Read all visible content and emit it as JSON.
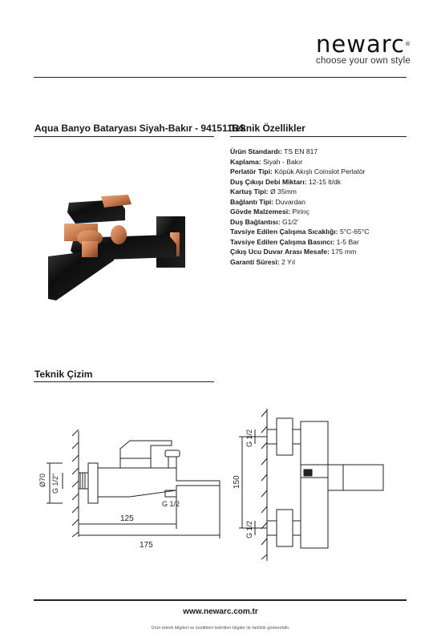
{
  "brand": {
    "name": "NEWARC",
    "trademark": "®",
    "tagline": "choose your own style"
  },
  "product": {
    "title": "Aqua Banyo Bataryası Siyah-Bakır - 941511BS"
  },
  "specs": {
    "heading": "Teknik Özellikler",
    "items": [
      {
        "label": "Ürün Standardı:",
        "value": "TS EN 817"
      },
      {
        "label": "Kaplama:",
        "value": "Siyah - Bakır"
      },
      {
        "label": "Perlatör Tipi:",
        "value": "Köpük Akışlı Coinslot Perlatör"
      },
      {
        "label": "Duş Çıkışı Debi Miktarı:",
        "value": "12-15 lt/dk"
      },
      {
        "label": "Kartuş Tipi:",
        "value": "Ø 35mm"
      },
      {
        "label": "Bağlantı Tipi:",
        "value": "Duvardan"
      },
      {
        "label": "Gövde Malzemesi:",
        "value": "Pirinç"
      },
      {
        "label": "Duş Bağlantısı:",
        "value": "G1/2'"
      },
      {
        "label": "Tavsiye Edilen Çalışma Sıcaklığı:",
        "value": "5°C-65°C"
      },
      {
        "label": "Tavsiye Edilen Çalışma Basıncı:",
        "value": "1-5 Bar"
      },
      {
        "label": "Çıkış Ucu Duvar Arası Mesafe:",
        "value": "175 mm"
      },
      {
        "label": "Garanti Süresi:",
        "value": "2 Yıl"
      }
    ]
  },
  "drawing": {
    "heading": "Teknik Çizim",
    "dims": {
      "dia70": "Ø70",
      "g12": "G 1/2\"",
      "g12_bottom": "G 1/2",
      "d125": "125",
      "d175": "175",
      "d150": "150",
      "g12_side_top": "G 1/2",
      "g12_side_bottom": "G 1/2"
    }
  },
  "footer": {
    "url": "www.newarc.com.tr",
    "note": "Ürün teknik bilgileri ve özellikleri belirtilen bilgiler ile farklılık gösterebilir."
  },
  "colors": {
    "black_body": "#141414",
    "copper": "#c77a4e",
    "copper_dark": "#8f4b2c",
    "line": "#222222"
  }
}
